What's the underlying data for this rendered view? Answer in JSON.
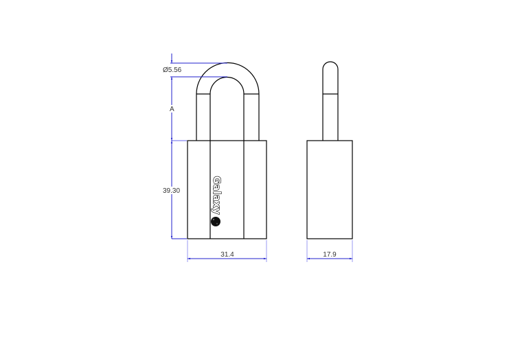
{
  "drawing": {
    "subject": "Padlock technical drawing",
    "views": [
      "front-view",
      "side-view"
    ],
    "line_color": "#000000",
    "dimension_color": "#1f1fcc",
    "extension_color": "#9a9af0"
  },
  "dimensions": {
    "shackle_diameter": "Ø5.56",
    "shackle_height": "A",
    "body_height": "39.30",
    "body_width": "31.4",
    "body_depth": "17.9"
  },
  "logo": {
    "text": "Galaxy"
  }
}
